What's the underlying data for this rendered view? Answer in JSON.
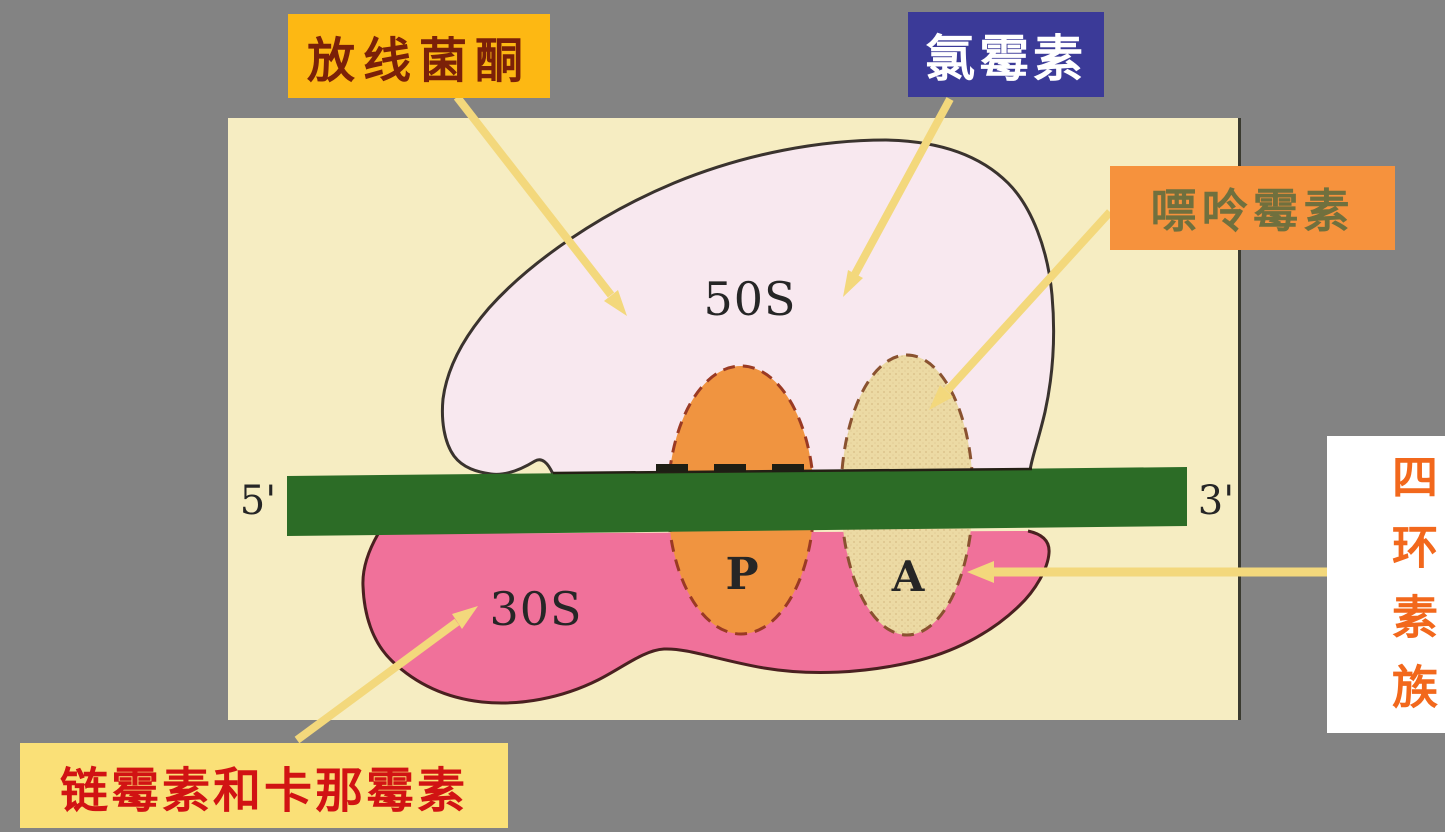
{
  "slide": {
    "background_color": "#838383",
    "panel_background": "#f6edc2",
    "description_topic": "ribosome antibiotic binding sites"
  },
  "ribosome": {
    "large_subunit": {
      "label": "50S",
      "fill": "#f8e8ef"
    },
    "small_subunit": {
      "label": "30S",
      "fill": "#f0719a"
    },
    "p_site": {
      "label": "P",
      "fill": "#f09440"
    },
    "a_site": {
      "label": "A",
      "fill": "#ecdaa4"
    },
    "mrna": {
      "five_prime_label": "5'",
      "three_prime_label": "3'",
      "fill": "#2c6c26"
    }
  },
  "annotations": {
    "cycloheximide": {
      "text": "放线菌酮",
      "bg": "#fdb813",
      "fg": "#7b2008",
      "points_to": "50S"
    },
    "chloramphenicol": {
      "text": "氯霉素",
      "bg": "#3b3a98",
      "fg": "#ffffff",
      "points_to": "50S"
    },
    "puromycin": {
      "text": "嘌呤霉素",
      "bg": "#f6923d",
      "fg": "#70703e",
      "points_to": "A site"
    },
    "tetracycline_family": {
      "text": "四环素族",
      "bg": "#ffffff",
      "fg": "#f2681c",
      "points_to": "A site"
    },
    "streptomycin_kanamycin": {
      "text": "链霉素和卡那霉素",
      "bg": "#fae077",
      "fg": "#d11313",
      "points_to": "30S"
    }
  },
  "arrow_color": "#f3d87c"
}
